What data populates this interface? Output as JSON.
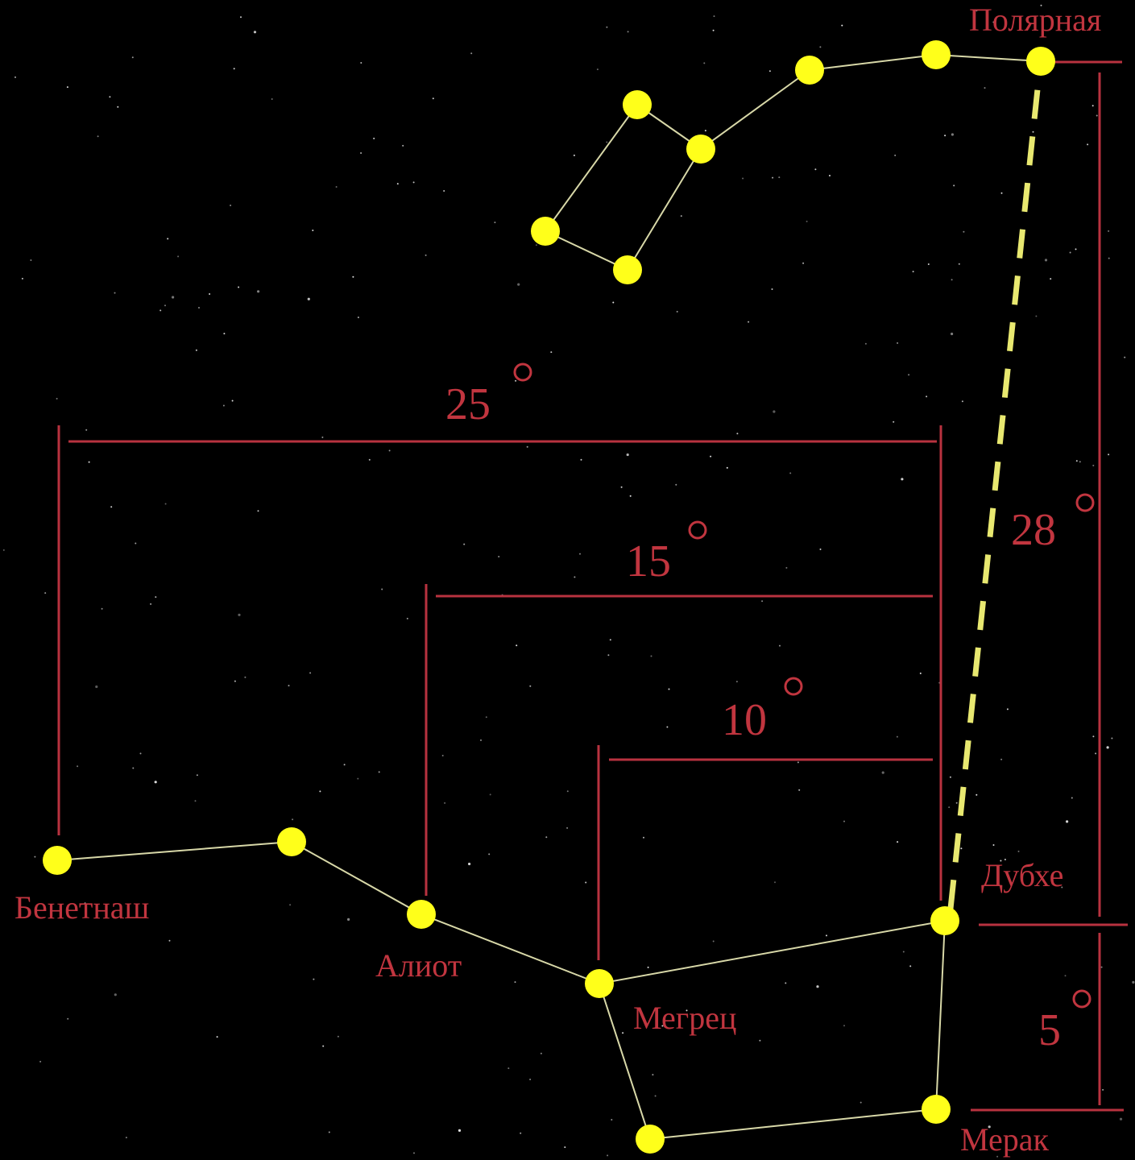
{
  "colors": {
    "background": "#000000",
    "star": "#FFFF1A",
    "constellation_line": "#D8D8A8",
    "measure_line": "#B8323F",
    "label": "#C1353F",
    "pointer_dash": "#E8E870"
  },
  "labels": {
    "polaris": "Полярная",
    "benetnash": "Бенетнаш",
    "alioth": "Алиот",
    "megrez": "Мегрец",
    "dubhe": "Дубхе",
    "merak": "Мерак"
  },
  "measurements": {
    "benetnash_to_dubhe": "25",
    "alioth_to_dubhe": "15",
    "megrez_to_dubhe": "10",
    "dubhe_to_polaris": "28",
    "merak_to_dubhe": "5"
  },
  "degree_symbol": "°"
}
